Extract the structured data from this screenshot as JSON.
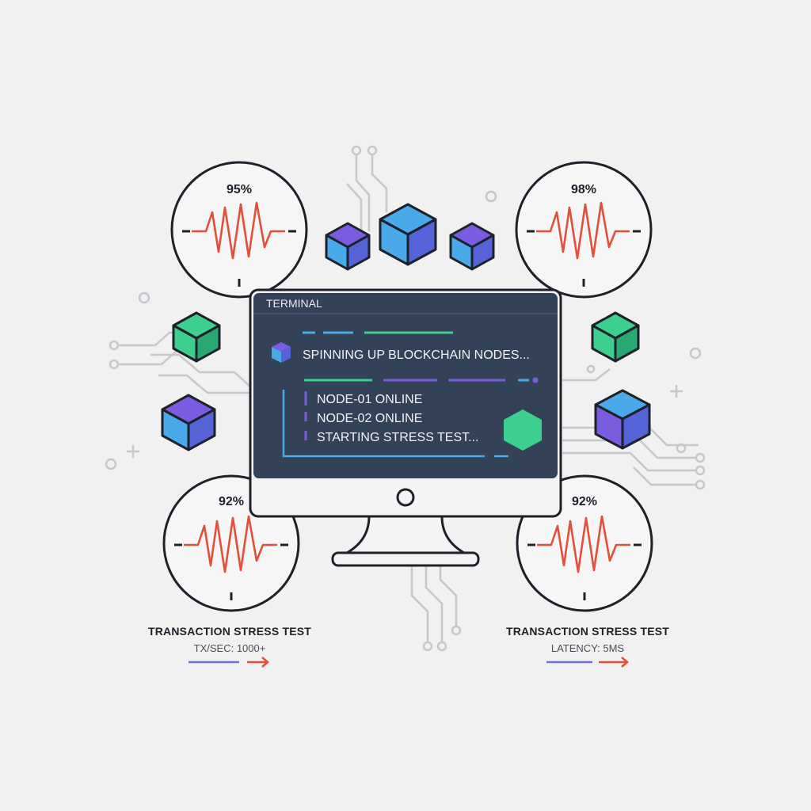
{
  "colors": {
    "background": "#f1f1f1",
    "outline": "#1d2129",
    "screen": "#344258",
    "wave": "#e2503b",
    "green": "#3ccf8e",
    "blue": "#4aa9e8",
    "purple": "#7a5ce0",
    "circuit": "#c4c7cc"
  },
  "terminal": {
    "title": "TERMINAL",
    "command": "SPINNING UP BLOCKCHAIN NODES...",
    "log_lines": [
      "NODE-01 ONLINE",
      "NODE-02 ONLINE",
      "STARTING STRESS TEST..."
    ]
  },
  "gauges": [
    {
      "value_label": "95%"
    },
    {
      "value_label": "98%"
    },
    {
      "value_label": "92%"
    },
    {
      "value_label": "92%"
    }
  ],
  "captions": [
    {
      "title": "TRANSACTION STRESS TEST",
      "metric": "TX/SEC: 1000+"
    },
    {
      "title": "TRANSACTION STRESS TEST",
      "metric": "LATENCY: 5MS"
    }
  ],
  "icons": [
    "cube-icon",
    "hexagon-icon",
    "heartbeat-wave-icon",
    "arrow-right-icon",
    "circuit-trace-icon"
  ]
}
